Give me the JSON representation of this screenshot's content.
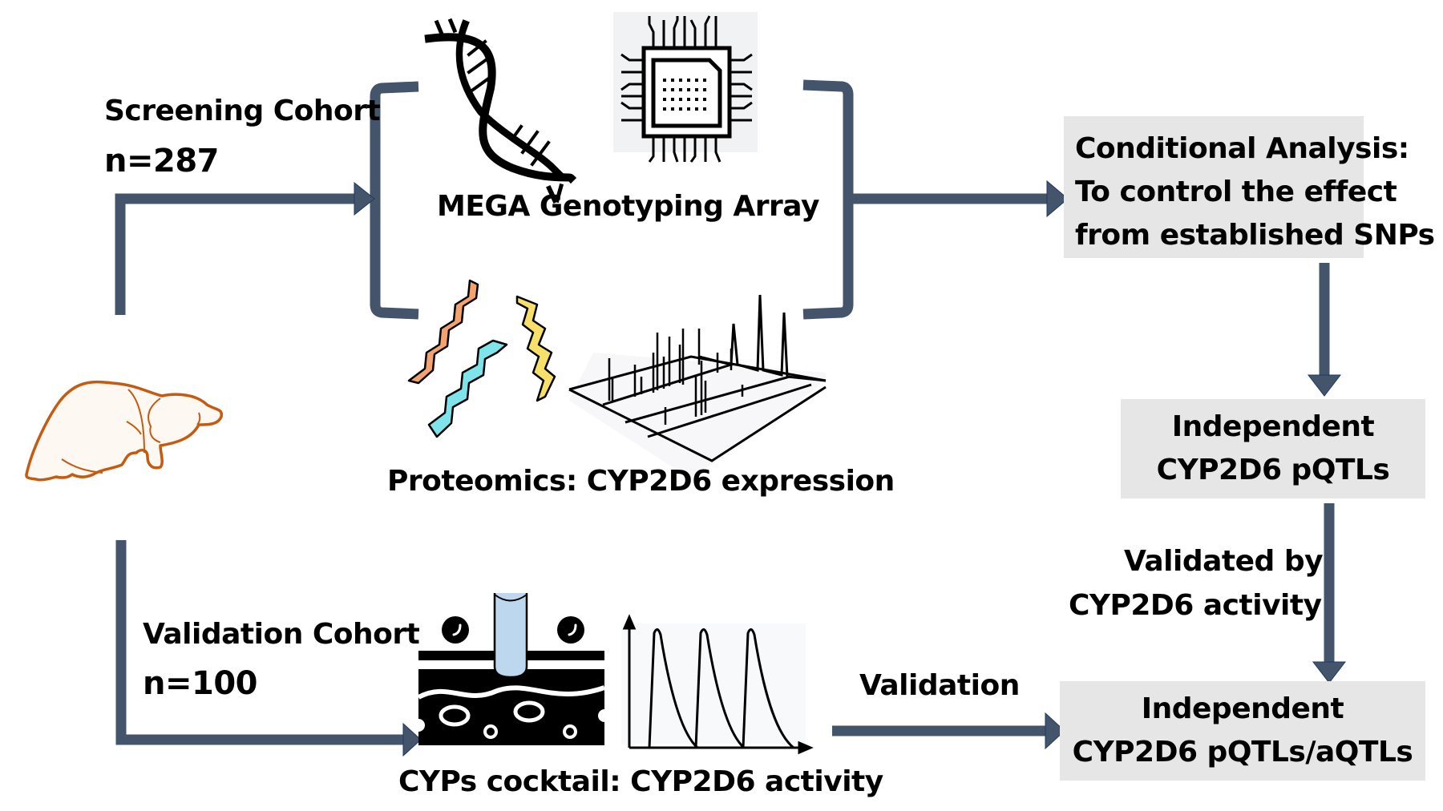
{
  "diagram": {
    "colors": {
      "connector": "#44546a",
      "box_fill": "#e6e6e6",
      "liver_outline": "#c55a11",
      "liver_fill": "#fdf8f2",
      "helix_orange": "#f4a26e",
      "helix_cyan": "#7fe3ea",
      "helix_yellow": "#f6e06a",
      "pipette_blue": "#bdd7ee"
    },
    "screening": {
      "label": "Screening Cohort",
      "n": "n=287"
    },
    "validation_cohort": {
      "label": "Validation Cohort",
      "n": "n=100"
    },
    "genotyping": {
      "label": "MEGA Genotyping Array",
      "icons": [
        "dna-helix-icon",
        "microarray-chip-icon"
      ]
    },
    "proteomics": {
      "label": "Proteomics: CYP2D6 expression",
      "icons": [
        "protein-helix-icon",
        "mass-spectrum-icon"
      ]
    },
    "cocktail": {
      "label": "CYPs cocktail: CYP2D6 activity",
      "icons": [
        "tissue-pipette-icon",
        "pharmacokinetic-curve-icon"
      ]
    },
    "conditional_box": {
      "lines": [
        "Conditional Analysis:",
        "To control the effect",
        "from established SNPs"
      ]
    },
    "independent_box": {
      "lines": [
        "Independent",
        "CYP2D6 pQTLs"
      ]
    },
    "validated_label": {
      "lines": [
        "Validated by",
        "CYP2D6 activity"
      ]
    },
    "validation_arrow_label": "Validation",
    "final_box": {
      "lines": [
        "Independent",
        "CYP2D6 pQTLs/aQTLs"
      ]
    },
    "liver_icon": "liver-icon"
  }
}
